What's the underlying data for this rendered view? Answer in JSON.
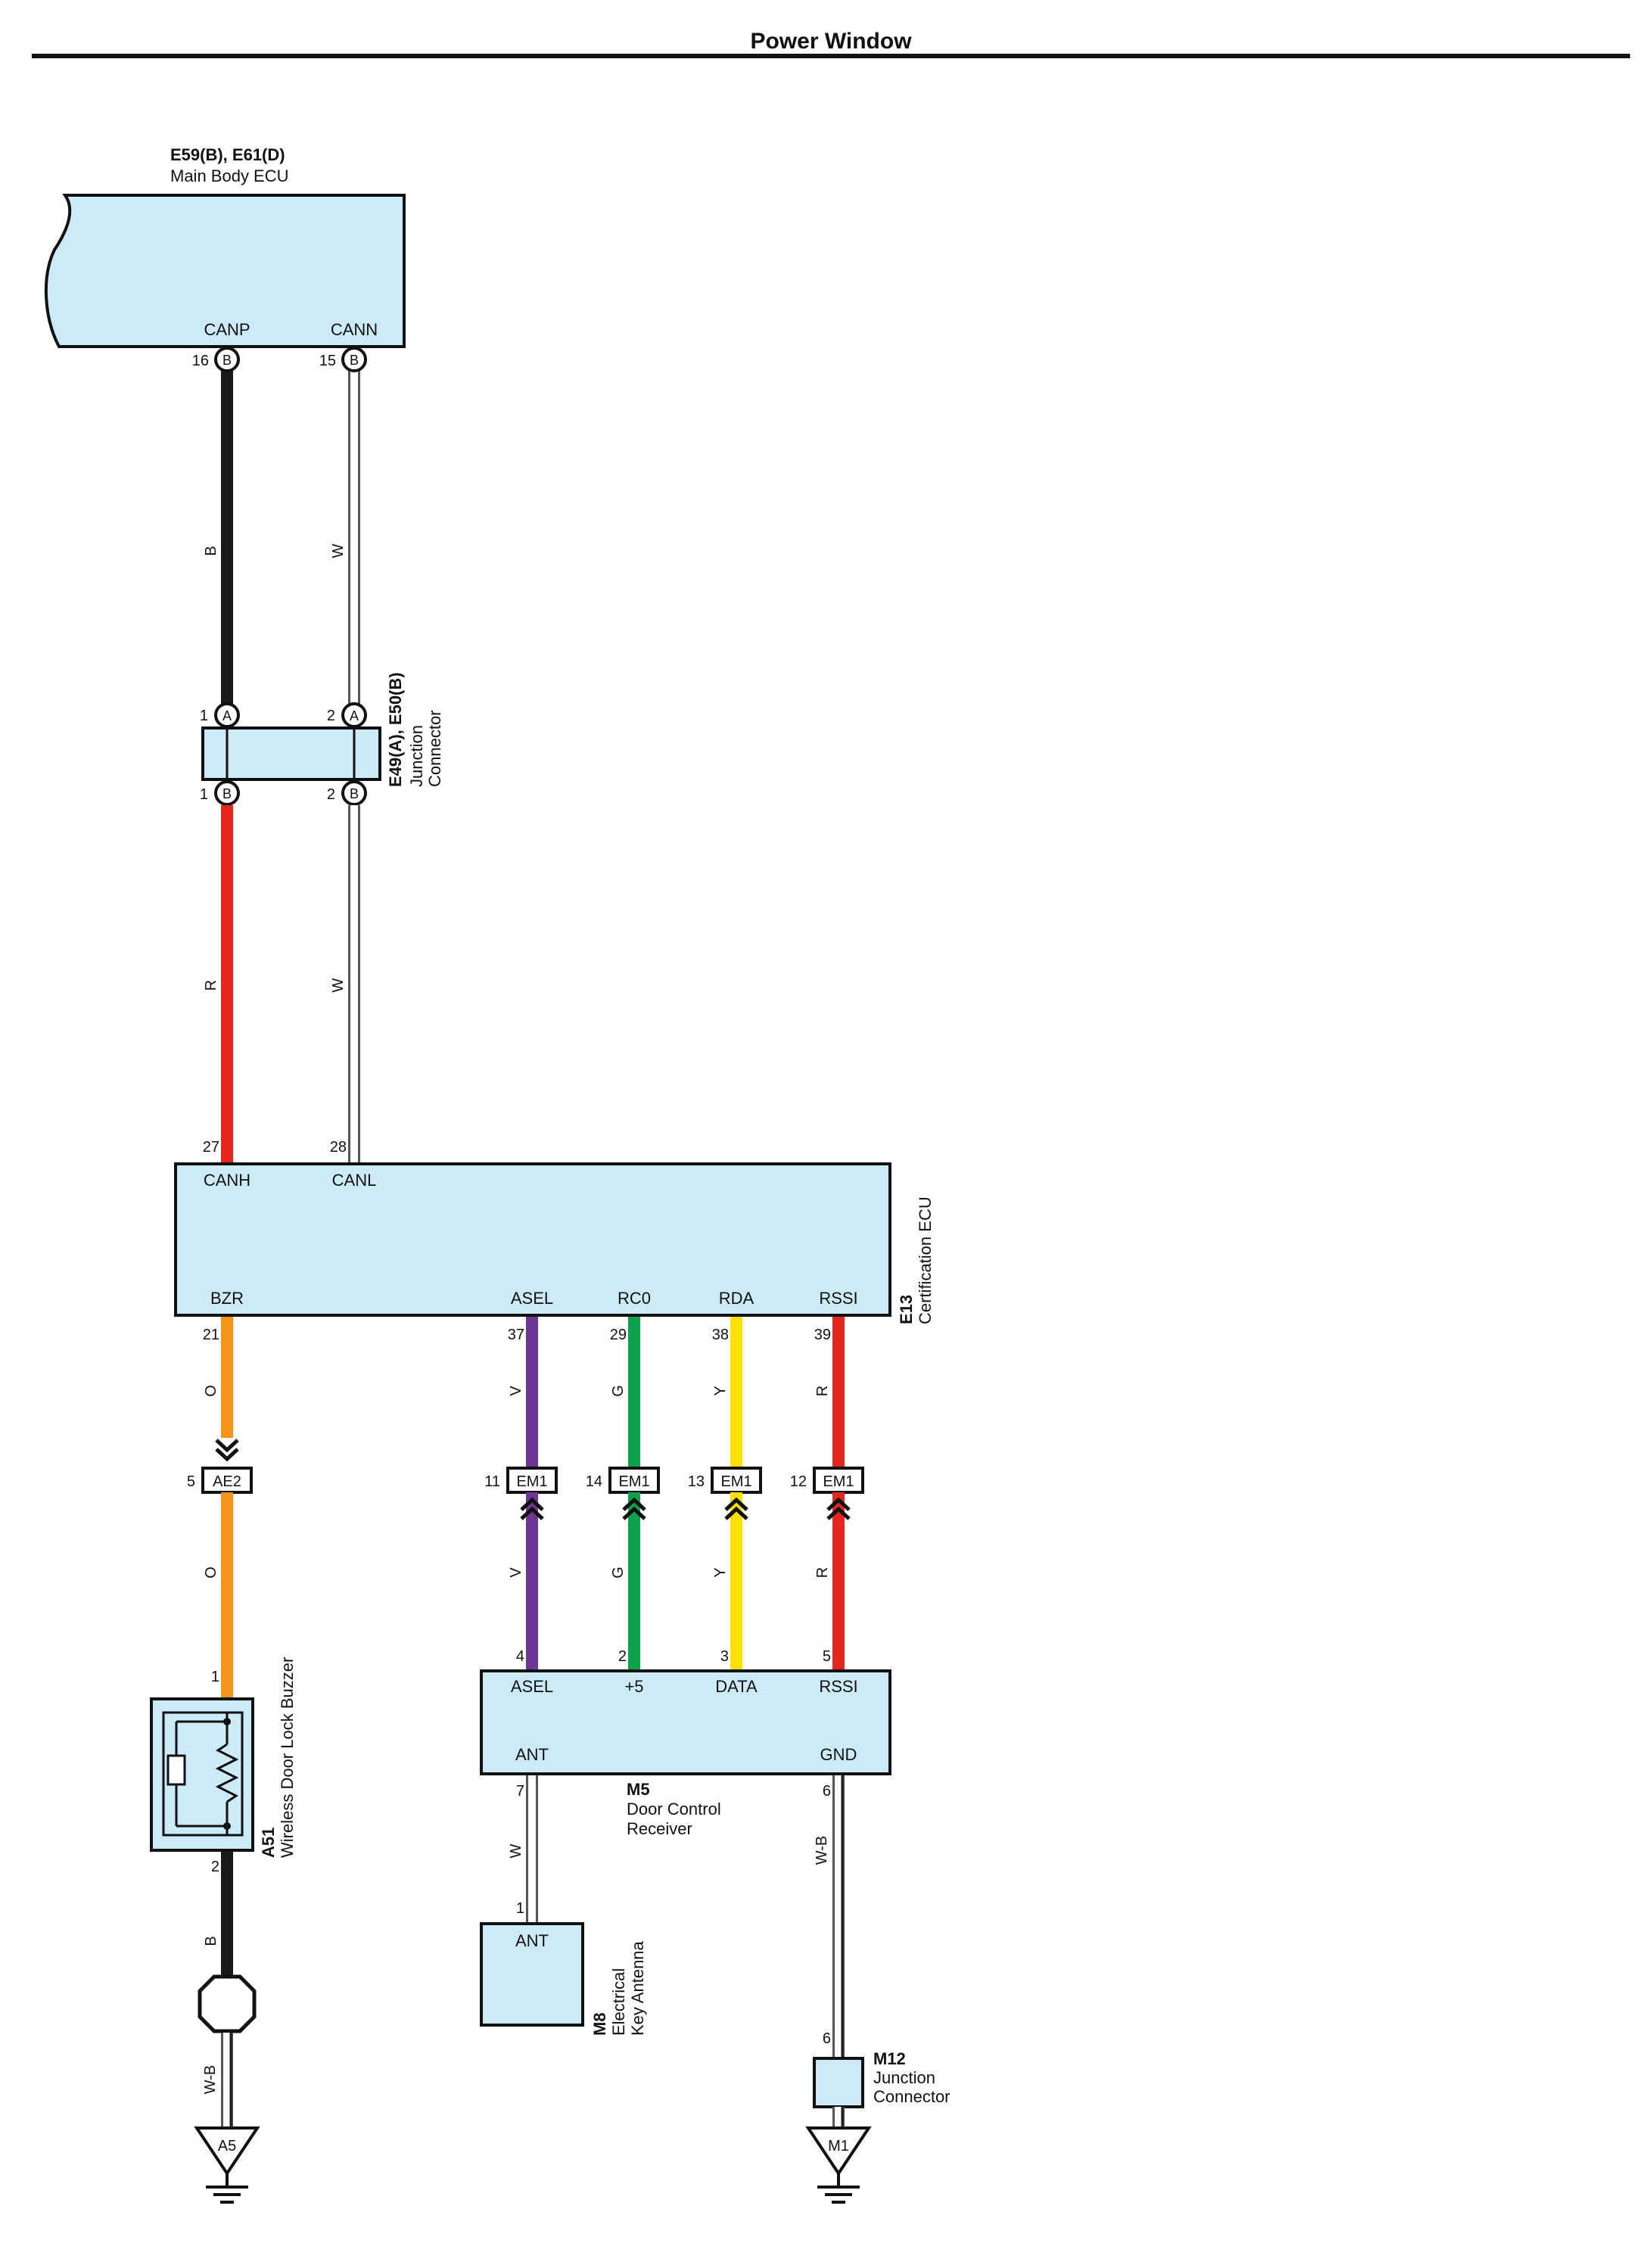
{
  "title": "Power Window",
  "colors": {
    "ecu_fill": "#cdeaf8",
    "wire_black": "#1a1a1a",
    "wire_white": "#ffffff",
    "wire_red": "#e42520",
    "wire_orange": "#f7941d",
    "wire_violet": "#6d3694",
    "wire_green": "#0da14b",
    "wire_yellow": "#ffe000"
  },
  "main_body_ecu": {
    "id": "E59(B), E61(D)",
    "name": "Main Body ECU",
    "canp": "CANP",
    "cann": "CANN",
    "canp_pin": "16",
    "cann_pin": "15",
    "canp_conn": "B",
    "cann_conn": "B"
  },
  "wire_upper_left": "B",
  "wire_upper_right": "W",
  "junction": {
    "id": "E49(A), E50(B)",
    "name_line1": "Junction",
    "name_line2": "Connector",
    "top_left_pin": "1",
    "top_right_pin": "2",
    "bottom_left_pin": "1",
    "bottom_right_pin": "2",
    "top_conn": "A",
    "bottom_conn": "B"
  },
  "wire_mid_left": "R",
  "wire_mid_right": "W",
  "cert_ecu": {
    "id": "E13",
    "name": "Certification ECU",
    "canh": "CANH",
    "canl": "CANL",
    "canh_pin": "27",
    "canl_pin": "28",
    "bzr": "BZR",
    "asel": "ASEL",
    "rc0": "RC0",
    "rda": "RDA",
    "rssi": "RSSI",
    "bzr_pin": "21",
    "asel_pin": "37",
    "rc0_pin": "29",
    "rda_pin": "38",
    "rssi_pin": "39"
  },
  "wires_lower": {
    "bzr": "O",
    "asel": "V",
    "rc0": "G",
    "rda": "Y",
    "rssi": "R"
  },
  "connectors": {
    "ae2_pin": "5",
    "ae2": "AE2",
    "em1": "EM1",
    "em1_asel_pin": "11",
    "em1_rc0_pin": "14",
    "em1_rda_pin": "13",
    "em1_rssi_pin": "12"
  },
  "buzzer": {
    "id": "A51",
    "name": "Wireless Door Lock Buzzer",
    "pin_top": "1",
    "pin_bottom": "2",
    "wire_top": "O",
    "wire_bottom": "B"
  },
  "door_receiver": {
    "id": "M5",
    "name_line1": "Door Control",
    "name_line2": "Receiver",
    "asel": "ASEL",
    "plus5": "+5",
    "data": "DATA",
    "rssi": "RSSI",
    "ant": "ANT",
    "gnd": "GND",
    "asel_pin": "4",
    "plus5_pin": "2",
    "data_pin": "3",
    "rssi_pin": "5",
    "ant_pin": "7",
    "gnd_pin": "6"
  },
  "antenna": {
    "id": "M8",
    "name_line1": "Electrical",
    "name_line2": "Key Antenna",
    "label": "ANT",
    "pin": "1",
    "wire": "W"
  },
  "junction_m12": {
    "id": "M12",
    "name_line1": "Junction",
    "name_line2": "Connector",
    "pin": "6",
    "wire": "W-B"
  },
  "grounds": {
    "a5": "A5",
    "a5_wire": "W-B",
    "m1": "M1"
  }
}
